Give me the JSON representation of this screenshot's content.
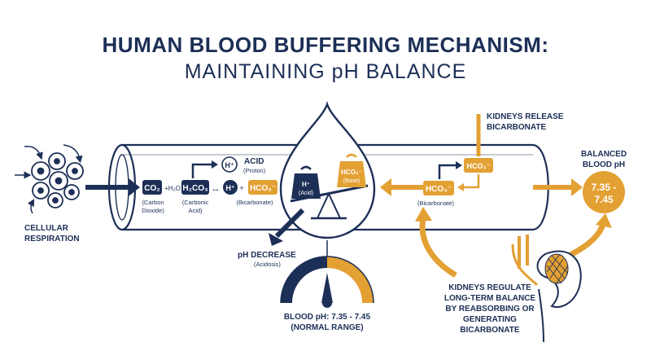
{
  "title": {
    "line1": "HUMAN BLOOD BUFFERING MECHANISM:",
    "line2": "MAINTAINING pH BALANCE"
  },
  "colors": {
    "navy": "#1c2f56",
    "orange": "#e3a033",
    "white": "#ffffff"
  },
  "left": {
    "cells_label_1": "CELLULAR",
    "cells_label_2": "RESPIRATION"
  },
  "equation": {
    "co2": "CO₂",
    "plus_h2o": "+H₂O",
    "co2_caption_1": "(Carbon",
    "co2_caption_2": "Dioxide)",
    "h2co3": "H₂CO₃",
    "h2co3_caption_1": "(Carbonic",
    "h2co3_caption_2": "Acid)",
    "arrow": "↔",
    "h_plus": "H⁺",
    "plus": "+",
    "hco3": "HCO₃⁻",
    "hco3_caption": "(Bicarbonate)",
    "acid_h": "H⁺",
    "acid_label": "ACID",
    "acid_caption": "(Proton)"
  },
  "scale": {
    "left_weight_1": "H⁺",
    "left_weight_2": "(Acid)",
    "right_weight_1": "HCO₃⁻",
    "right_weight_2": "(Base)"
  },
  "ph_decrease": {
    "label": "pH DECREASE",
    "caption": "(Acidosis)"
  },
  "gauge": {
    "label_1": "BLOOD pH: 7.35 - 7.45",
    "label_2": "(NORMAL RANGE)"
  },
  "kidney_release": {
    "label_1": "KIDNEYS RELEASE",
    "label_2": "BICARBONATE",
    "hco3_top": "HCO₃⁻",
    "hco3_main": "HCO₃⁻",
    "caption": "(Bicarbonate)"
  },
  "balanced": {
    "label_1": "BALANCED",
    "label_2": "BLOOD pH",
    "value_1": "7.35 -",
    "value_2": "7.45"
  },
  "kidney_regulate": {
    "line1": "KIDNEYS REGULATE",
    "line2": "LONG-TERM BALANCE",
    "line3": "BY REABSORBING OR",
    "line4": "GENERATING",
    "line5": "BICARBONATE"
  }
}
